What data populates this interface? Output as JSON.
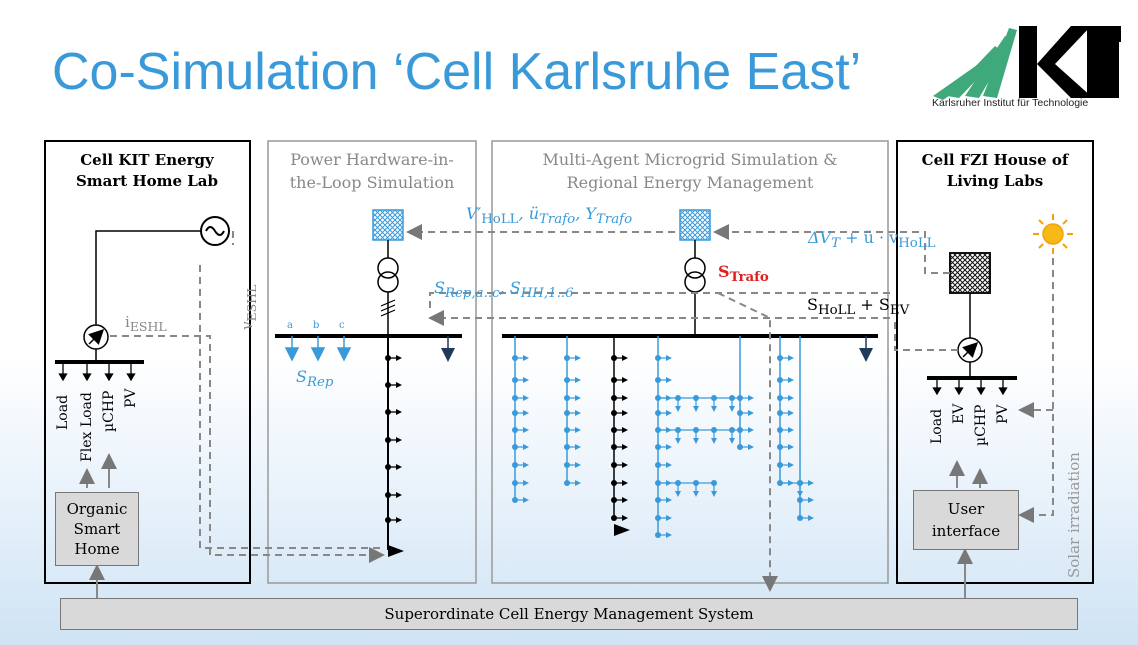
{
  "title": "Co-Simulation ‘Cell Karlsruhe East’",
  "logo": {
    "mark": "KIT",
    "subtitle": "Karlsruher Institut für Technologie",
    "color": "#3fa97c"
  },
  "panels": {
    "kit": {
      "line1": "Cell KIT Energy",
      "line2": "Smart Home Lab"
    },
    "phil": {
      "line1": "Power Hardware-in-",
      "line2": "the-Loop Simulation"
    },
    "mas": {
      "line1": "Multi-Agent Microgrid Simulation &",
      "line2": "Regional Energy Management"
    },
    "fzi": {
      "line1": "Cell FZI House of",
      "line2": "Living Labs"
    }
  },
  "labels": {
    "v_holl": "V′",
    "v_holl_sub": "HoLL",
    "u_trafo": ", ü",
    "u_trafo_sub": "Trafo",
    "y_trafo": ", Y",
    "y_trafo_sub": "Trafo",
    "delta_v": "ΔV",
    "delta_v_sub": "T",
    "plus_u": " + ü · v",
    "plus_u_sub": "HoLL",
    "s_rep": "S",
    "s_rep_sub": "Rep,a..c",
    "s_hh": ", S",
    "s_hh_sub": "HH,1..6",
    "s_trafo": "S",
    "s_trafo_sub": "Trafo",
    "s_holl": "S",
    "s_holl_sub": "HoLL",
    "s_ev": " + S",
    "s_ev_sub": "EV",
    "i_eshl": "i",
    "i_eshl_sub": "ESHL",
    "v_eshl": "v",
    "v_eshl_sub": "ESHL",
    "phase_a": "a",
    "phase_b": "b",
    "phase_c": "c",
    "s_rep_bottom": "S",
    "s_rep_bottom_sub": "Rep",
    "solar": "Solar irradiation"
  },
  "kit_loads": [
    "Load",
    "Flex Load",
    "µCHP",
    "PV"
  ],
  "fzi_loads": [
    "Load",
    "EV",
    "µCHP",
    "PV"
  ],
  "boxes": {
    "organic": [
      "Organic",
      "Smart",
      "Home"
    ],
    "user": [
      "User",
      "interface"
    ],
    "system": "Superordinate Cell Energy Management System"
  },
  "colors": {
    "accent": "#3a9ad9",
    "navy": "#1f3a5a",
    "red": "#e02020",
    "gray": "#888888"
  }
}
